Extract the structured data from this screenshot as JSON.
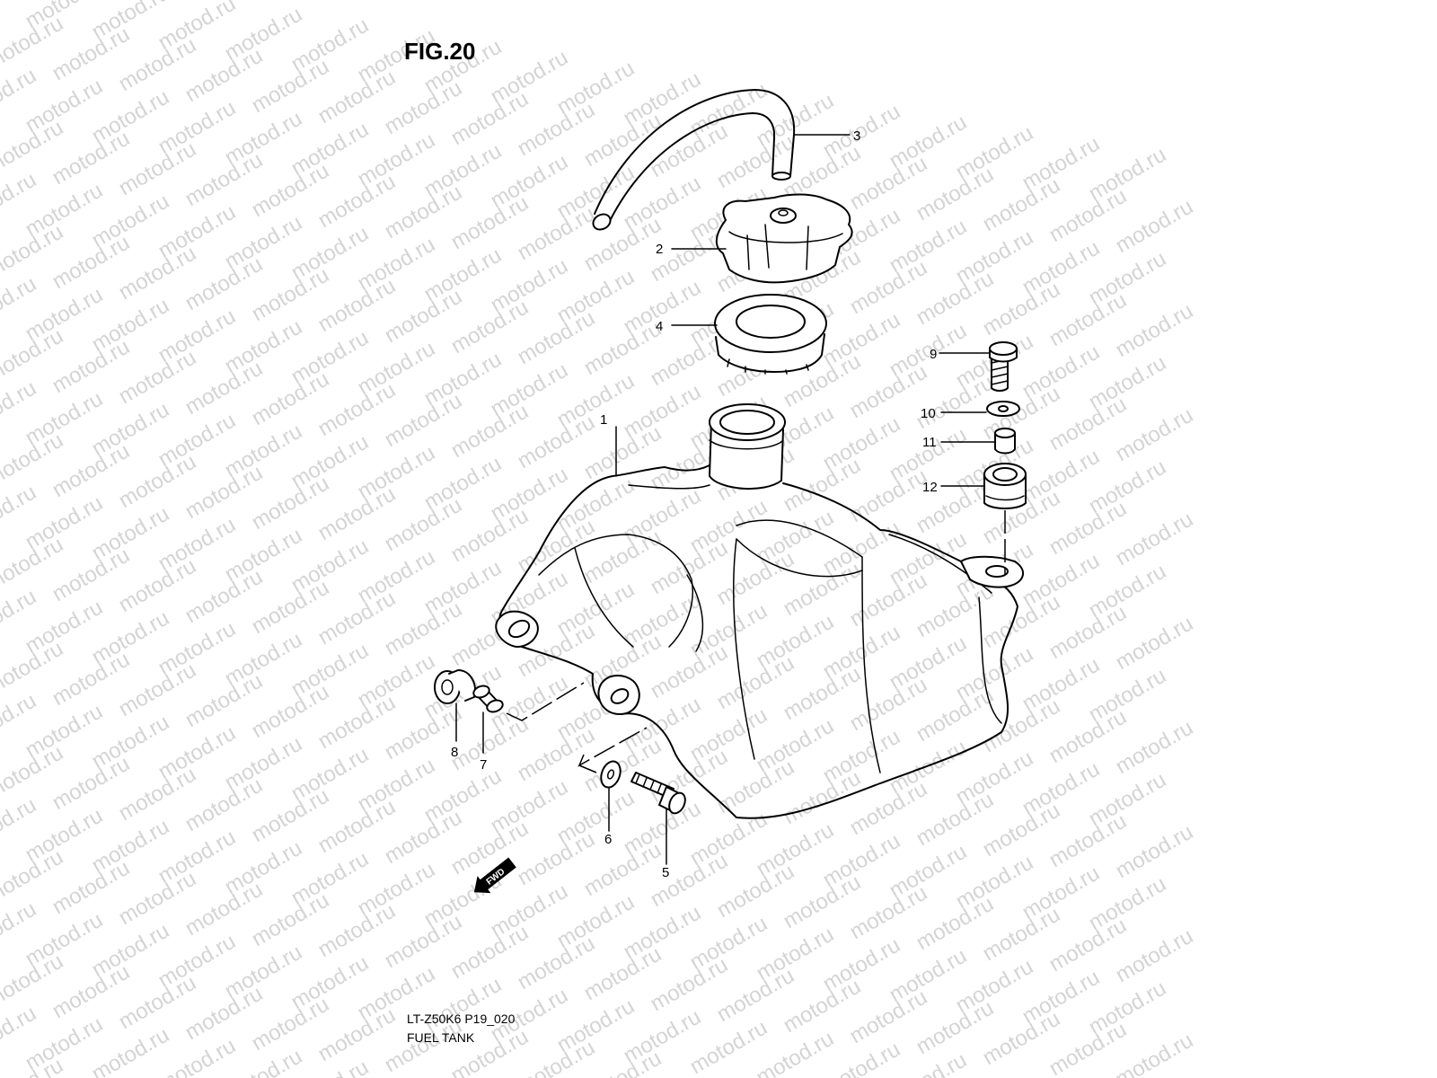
{
  "figure": {
    "title": "FIG.20"
  },
  "watermark": {
    "text": "motod.ru"
  },
  "parts": [
    {
      "id": "1",
      "label": "1"
    },
    {
      "id": "2",
      "label": "2"
    },
    {
      "id": "3",
      "label": "3"
    },
    {
      "id": "4",
      "label": "4"
    },
    {
      "id": "5",
      "label": "5"
    },
    {
      "id": "6",
      "label": "6"
    },
    {
      "id": "7",
      "label": "7"
    },
    {
      "id": "8",
      "label": "8"
    },
    {
      "id": "9",
      "label": "9"
    },
    {
      "id": "10",
      "label": "10"
    },
    {
      "id": "11",
      "label": "11"
    },
    {
      "id": "12",
      "label": "12"
    }
  ],
  "direction_marker": {
    "text": "FWD"
  },
  "footer": {
    "code": "LT-Z50K6 P19_020",
    "caption": "FUEL TANK"
  }
}
